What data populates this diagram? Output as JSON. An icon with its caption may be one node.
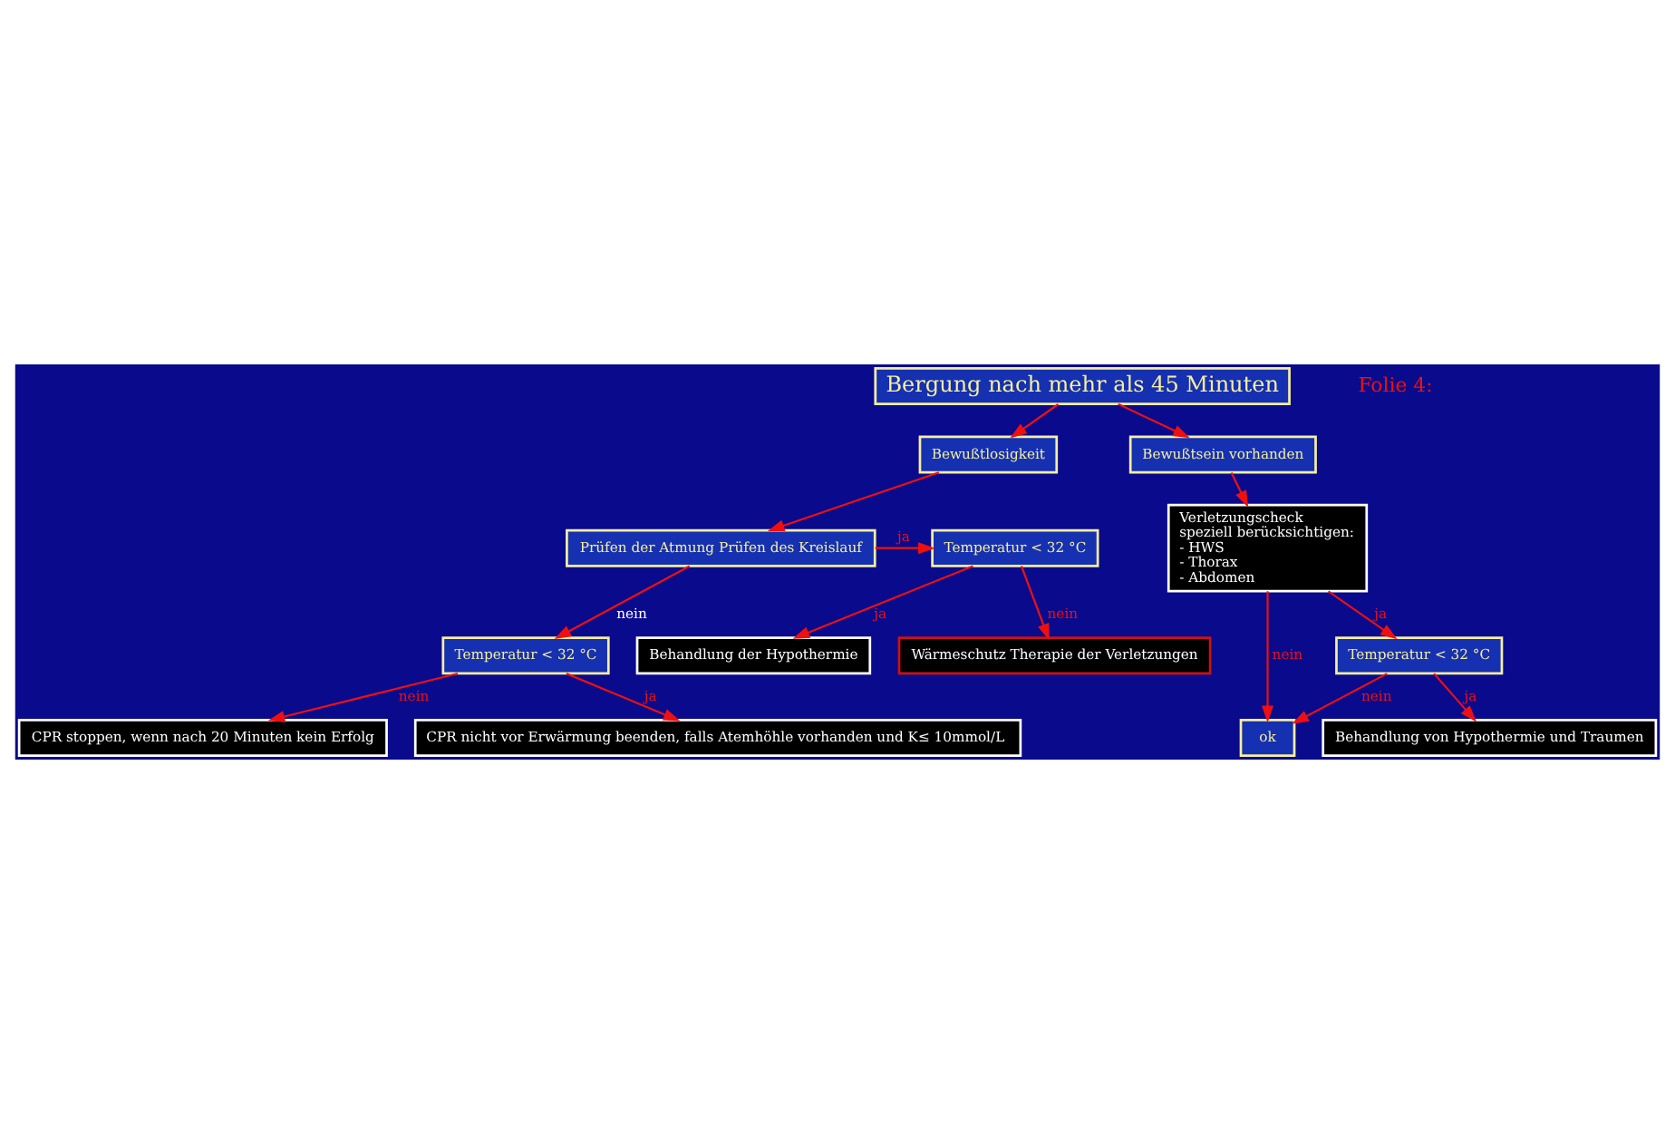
{
  "diagram": {
    "nodes": [
      {
        "text": [
          "Bergung nach mehr als 45 Minuten"
        ]
      },
      {
        "text": [
          "Wärmeschutz Therapie der Verletzungen"
        ]
      },
      {
        "text": [
          "Bewußtlosigkeit"
        ]
      },
      {
        "text": [
          "Bewußtsein vorhanden"
        ]
      },
      {
        "text": [
          "Temperatur < 32 °C"
        ]
      },
      {
        "text": [
          "Prüfen der Atmung Prüfen des Kreislauf"
        ]
      },
      {
        "text": [
          "Verletzungscheck",
          "speziell berücksichtigen:",
          "- HWS",
          "- Thorax",
          "- Abdomen"
        ]
      },
      {
        "text": [
          "Behandlung der Hypothermie"
        ]
      },
      {
        "text": [
          "Temperatur < 32 °C"
        ]
      },
      {
        "text": [
          "Temperatur < 32 °C"
        ]
      },
      {
        "text": [
          "CPR nicht vor Erwärmung beenden, falls Atemhöhle vorhanden und K≤ 10mmol/L"
        ]
      },
      {
        "text": [
          "CPR stoppen, wenn nach 20 Minuten kein Erfolg"
        ]
      },
      {
        "text": [
          "Behandlung von Hypothermie und Traumen"
        ]
      },
      {
        "text": [
          "ok"
        ]
      }
    ],
    "edges": [
      {
        "from": 0,
        "to": 2,
        "arrow": "to"
      },
      {
        "from": 0,
        "to": 3,
        "arrow": "to"
      },
      {
        "from": 2,
        "to": 5,
        "arrow": "to"
      },
      {
        "from": 3,
        "to": 6,
        "arrow": "to"
      },
      {
        "from": 5,
        "to": 4,
        "arrow": "to",
        "label": "ja"
      },
      {
        "from": 4,
        "to": 1,
        "arrow": "to",
        "label": "nein"
      },
      {
        "from": 4,
        "to": 7,
        "arrow": "to",
        "label": "ja"
      },
      {
        "from": 5,
        "to": 8,
        "arrow": "to",
        "label": "nein"
      },
      {
        "from": 8,
        "to": 10,
        "arrow": "to",
        "label": "ja"
      },
      {
        "from": 8,
        "to": 11,
        "arrow": "to",
        "label": "nein"
      },
      {
        "from": 6,
        "to": 9,
        "arrow": "to",
        "label": "ja"
      },
      {
        "from": 6,
        "to": 13,
        "arrow": "to",
        "label": "nein"
      },
      {
        "from": 9,
        "to": 12,
        "arrow": "to",
        "label": "ja"
      },
      {
        "from": 9,
        "to": 13,
        "arrow": "to",
        "label": "nein"
      }
    ],
    "labels": [
      "Folie 4:"
    ]
  }
}
